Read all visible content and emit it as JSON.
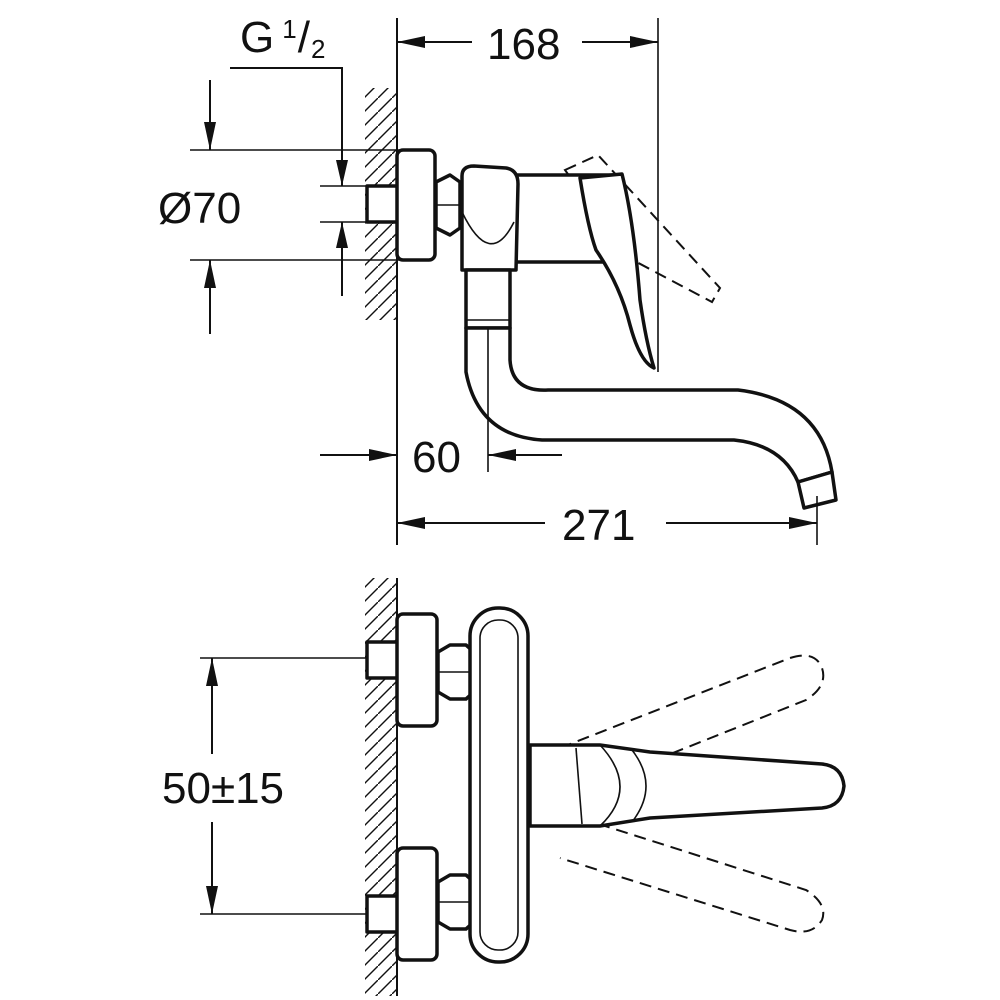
{
  "dimensions": {
    "thread": {
      "prefix": "G",
      "numerator": "1",
      "slash": "/",
      "denominator": "2"
    },
    "diameter": "Ø70",
    "projection": "168",
    "offset": "60",
    "length": "271",
    "spacing": "50±15"
  }
}
